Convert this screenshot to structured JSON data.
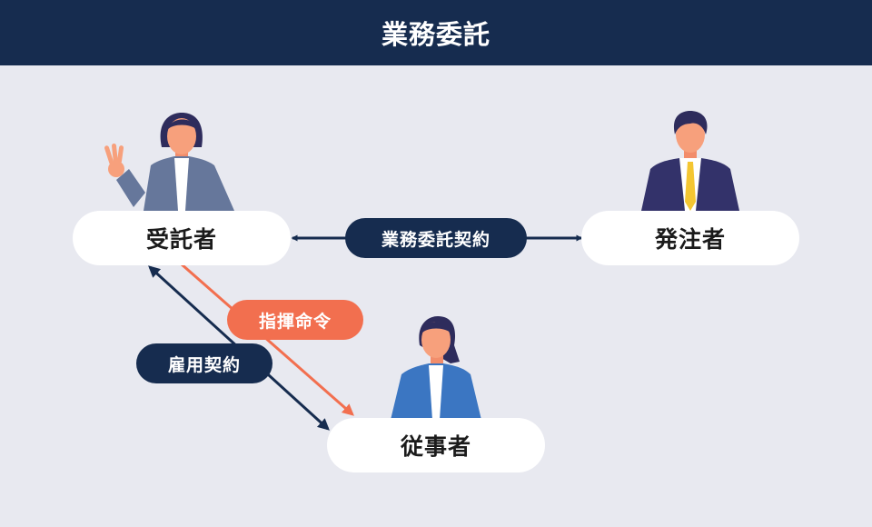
{
  "header": {
    "title": "業務委託"
  },
  "nodes": {
    "contractor": "受託者",
    "client": "発注者",
    "worker": "従事者"
  },
  "relations": {
    "outsourcing_contract": "業務委託契約",
    "command": "指揮命令",
    "employment_contract": "雇用契約"
  },
  "colors": {
    "header_bg": "#162c4f",
    "background": "#e8e9f0",
    "navy": "#162c4f",
    "coral": "#f26f4f"
  },
  "people": [
    "woman-waving-icon",
    "businessman-icon",
    "woman-worker-icon"
  ]
}
